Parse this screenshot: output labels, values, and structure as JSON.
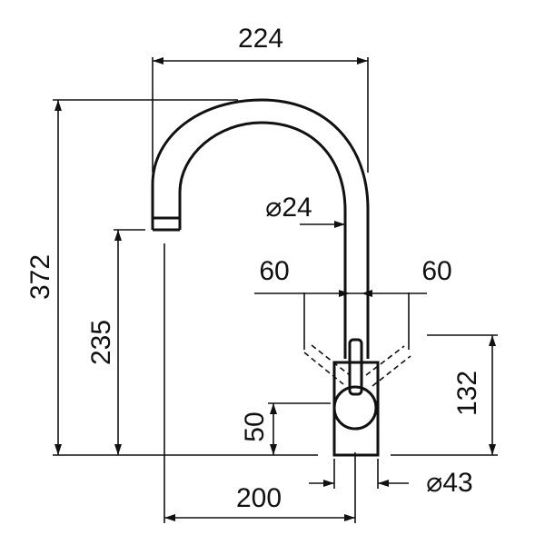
{
  "dimensions": {
    "width_top": "224",
    "height_total": "372",
    "height_spout": "235",
    "spout_diameter": "⌀24",
    "handle_left": "60",
    "handle_right": "60",
    "body_height": "132",
    "handle_height": "50",
    "reach": "200",
    "base_diameter": "⌀43"
  },
  "colors": {
    "line": "#111111",
    "background": "#ffffff"
  }
}
